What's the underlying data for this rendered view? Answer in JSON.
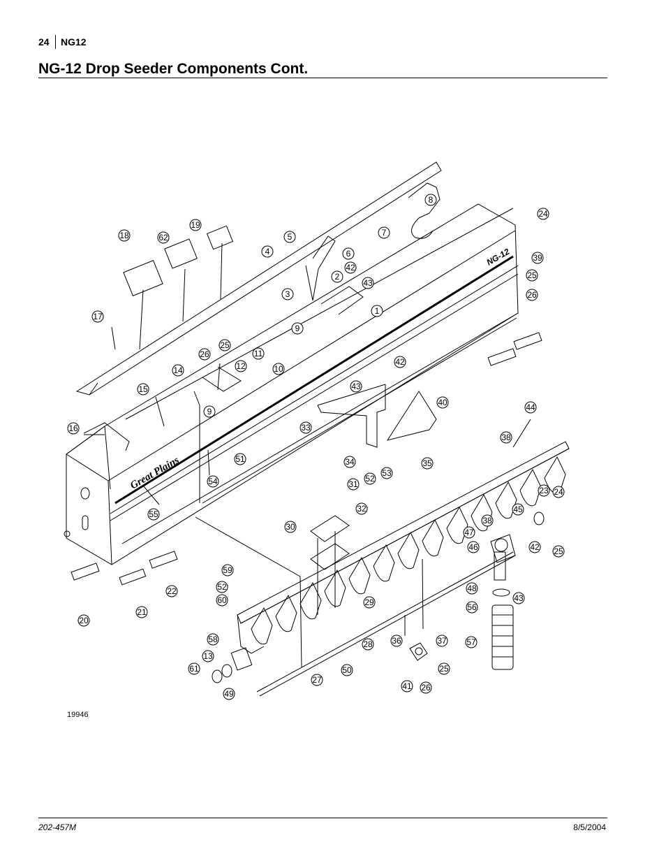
{
  "header": {
    "page_number": "24",
    "section": "NG12",
    "title": "NG-12 Drop Seeder Components Cont."
  },
  "figure": {
    "id": "19946",
    "decals": {
      "brand": "Great Plains",
      "model": "NG-12"
    },
    "callouts": [
      "1",
      "2",
      "3",
      "4",
      "5",
      "6",
      "7",
      "8",
      "9",
      "9",
      "10",
      "11",
      "12",
      "13",
      "14",
      "15",
      "16",
      "17",
      "18",
      "19",
      "20",
      "21",
      "22",
      "23",
      "24",
      "24",
      "25",
      "25",
      "25",
      "25",
      "26",
      "26",
      "26",
      "27",
      "28",
      "29",
      "30",
      "31",
      "32",
      "33",
      "34",
      "35",
      "36",
      "37",
      "38",
      "38",
      "39",
      "40",
      "41",
      "42",
      "42",
      "42",
      "43",
      "43",
      "43",
      "44",
      "45",
      "46",
      "47",
      "48",
      "49",
      "50",
      "51",
      "52",
      "52",
      "53",
      "54",
      "55",
      "56",
      "57",
      "58",
      "59",
      "60",
      "61",
      "62"
    ]
  },
  "footer": {
    "doc_number": "202-457M",
    "date": "8/5/2004"
  }
}
